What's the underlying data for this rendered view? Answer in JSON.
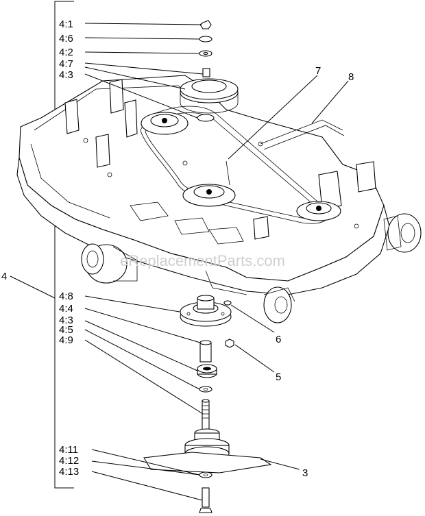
{
  "watermark": "eReplacementParts.com",
  "callouts": {
    "c4_1": "4:1",
    "c4_6": "4:6",
    "c4_2": "4:2",
    "c4_7": "4:7",
    "c4_3_top": "4:3",
    "c7": "7",
    "c8": "8",
    "c4": "4",
    "c4_8": "4:8",
    "c4_4": "4:4",
    "c4_3_bottom": "4:3",
    "c4_5": "4:5",
    "c4_9": "4:9",
    "c6": "6",
    "c5": "5",
    "c4_11": "4:11",
    "c4_12": "4:12",
    "c4_13": "4:13",
    "c3": "3"
  }
}
